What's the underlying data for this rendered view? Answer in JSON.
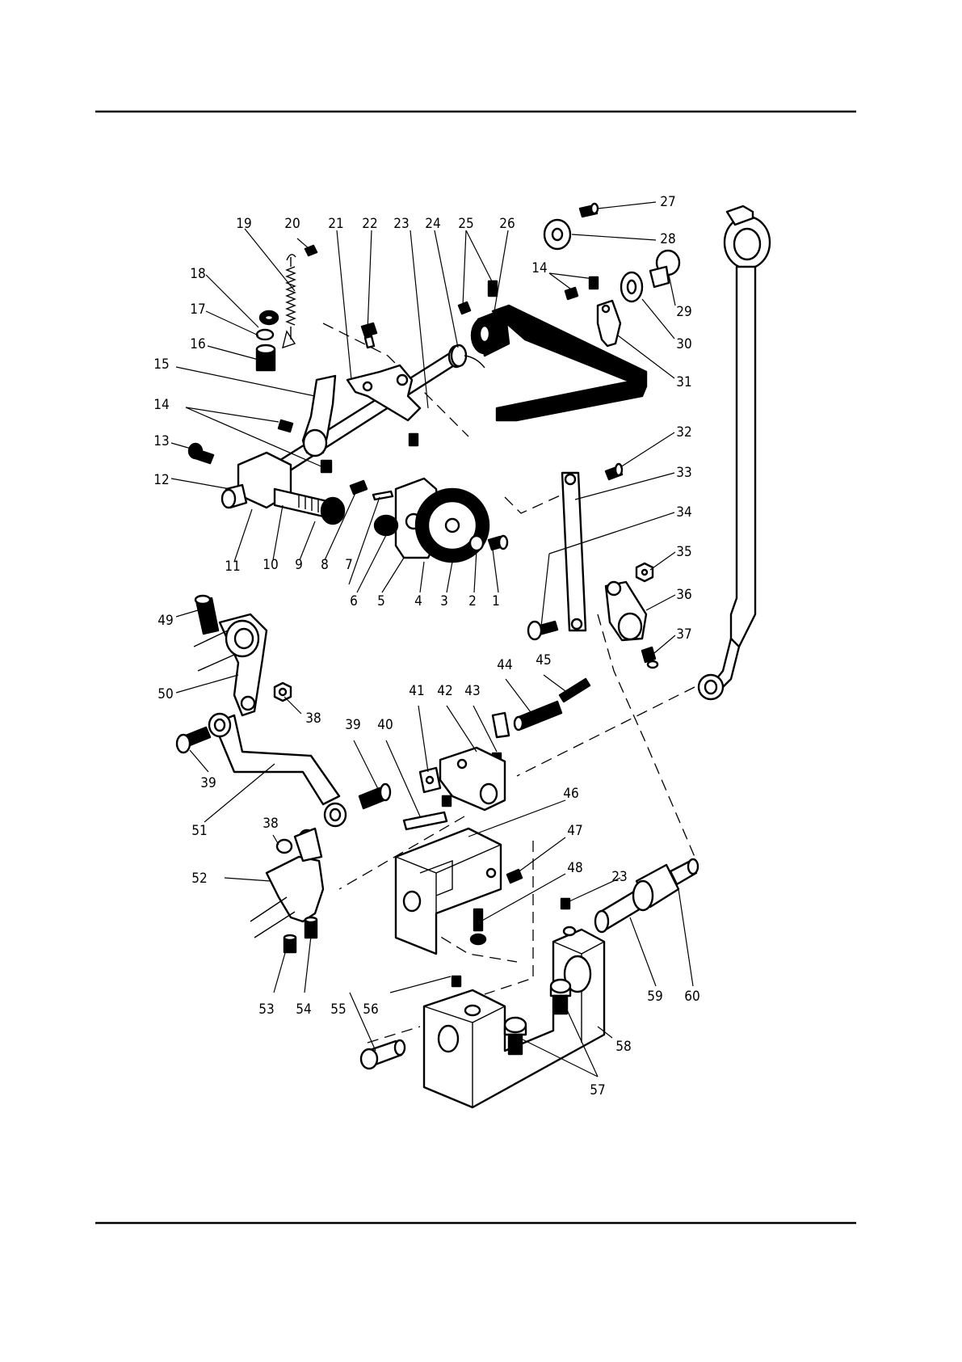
{
  "diagram": {
    "callouts": [
      {
        "id": "c1",
        "label": "1"
      },
      {
        "id": "c2",
        "label": "2"
      },
      {
        "id": "c3",
        "label": "3"
      },
      {
        "id": "c4",
        "label": "4"
      },
      {
        "id": "c5",
        "label": "5"
      },
      {
        "id": "c6",
        "label": "6"
      },
      {
        "id": "c7",
        "label": "7"
      },
      {
        "id": "c8",
        "label": "8"
      },
      {
        "id": "c9",
        "label": "9"
      },
      {
        "id": "c10",
        "label": "10"
      },
      {
        "id": "c11",
        "label": "11"
      },
      {
        "id": "c12",
        "label": "12"
      },
      {
        "id": "c13",
        "label": "13"
      },
      {
        "id": "c14a",
        "label": "14"
      },
      {
        "id": "c14b",
        "label": "14"
      },
      {
        "id": "c15",
        "label": "15"
      },
      {
        "id": "c16",
        "label": "16"
      },
      {
        "id": "c17",
        "label": "17"
      },
      {
        "id": "c18",
        "label": "18"
      },
      {
        "id": "c19",
        "label": "19"
      },
      {
        "id": "c20",
        "label": "20"
      },
      {
        "id": "c21",
        "label": "21"
      },
      {
        "id": "c22",
        "label": "22"
      },
      {
        "id": "c23a",
        "label": "23"
      },
      {
        "id": "c23b",
        "label": "23"
      },
      {
        "id": "c24",
        "label": "24"
      },
      {
        "id": "c25",
        "label": "25"
      },
      {
        "id": "c26",
        "label": "26"
      },
      {
        "id": "c27",
        "label": "27"
      },
      {
        "id": "c28",
        "label": "28"
      },
      {
        "id": "c29",
        "label": "29"
      },
      {
        "id": "c30",
        "label": "30"
      },
      {
        "id": "c31",
        "label": "31"
      },
      {
        "id": "c32",
        "label": "32"
      },
      {
        "id": "c33",
        "label": "33"
      },
      {
        "id": "c34",
        "label": "34"
      },
      {
        "id": "c35",
        "label": "35"
      },
      {
        "id": "c36",
        "label": "36"
      },
      {
        "id": "c37",
        "label": "37"
      },
      {
        "id": "c38a",
        "label": "38"
      },
      {
        "id": "c38b",
        "label": "38"
      },
      {
        "id": "c39a",
        "label": "39"
      },
      {
        "id": "c39b",
        "label": "39"
      },
      {
        "id": "c40",
        "label": "40"
      },
      {
        "id": "c41",
        "label": "41"
      },
      {
        "id": "c42",
        "label": "42"
      },
      {
        "id": "c43",
        "label": "43"
      },
      {
        "id": "c44",
        "label": "44"
      },
      {
        "id": "c45",
        "label": "45"
      },
      {
        "id": "c46",
        "label": "46"
      },
      {
        "id": "c47",
        "label": "47"
      },
      {
        "id": "c48",
        "label": "48"
      },
      {
        "id": "c49",
        "label": "49"
      },
      {
        "id": "c50",
        "label": "50"
      },
      {
        "id": "c51",
        "label": "51"
      },
      {
        "id": "c52",
        "label": "52"
      },
      {
        "id": "c53",
        "label": "53"
      },
      {
        "id": "c54",
        "label": "54"
      },
      {
        "id": "c55",
        "label": "55"
      },
      {
        "id": "c56",
        "label": "56"
      },
      {
        "id": "c57",
        "label": "57"
      },
      {
        "id": "c58",
        "label": "58"
      },
      {
        "id": "c59",
        "label": "59"
      },
      {
        "id": "c60",
        "label": "60"
      }
    ]
  },
  "colors": {
    "ink": "#000000",
    "paper": "#ffffff",
    "part_fill": "#ffffff",
    "dark_fill": "#000000"
  }
}
